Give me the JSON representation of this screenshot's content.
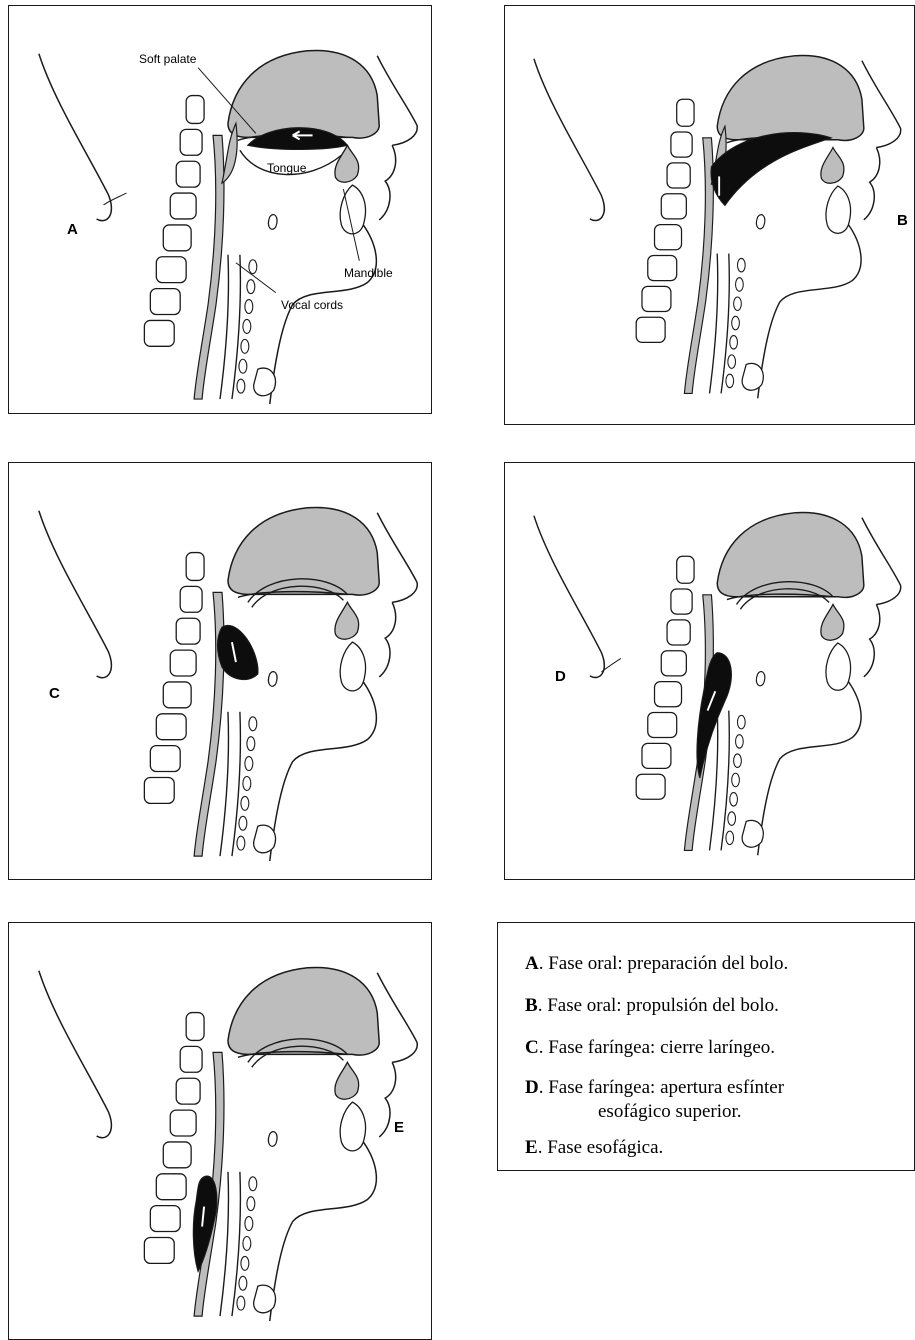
{
  "panels": [
    {
      "id": "A",
      "letter": "A"
    },
    {
      "id": "B",
      "letter": "B"
    },
    {
      "id": "C",
      "letter": "C"
    },
    {
      "id": "D",
      "letter": "D"
    },
    {
      "id": "E",
      "letter": "E"
    }
  ],
  "annotations": {
    "soft_palate": "Soft palate",
    "tongue": "Tongue",
    "mandible": "Mandible",
    "vocal_cords": "Vocal cords"
  },
  "legend": {
    "items": [
      {
        "letter": "A",
        "text": ". Fase oral: preparación del bolo."
      },
      {
        "letter": "B",
        "text": ". Fase oral: propulsión del bolo."
      },
      {
        "letter": "C",
        "text": ". Fase faríngea: cierre laríngeo."
      },
      {
        "letter": "D",
        "text": ". Fase faríngea: apertura esfínter",
        "continuation": "esofágico superior."
      },
      {
        "letter": "E",
        "text": ". Fase esofágica."
      }
    ]
  },
  "colors": {
    "stroke": "#1a1a1a",
    "stippled_gray": "#bdbdbd",
    "bolus": "#0d0d0d"
  }
}
